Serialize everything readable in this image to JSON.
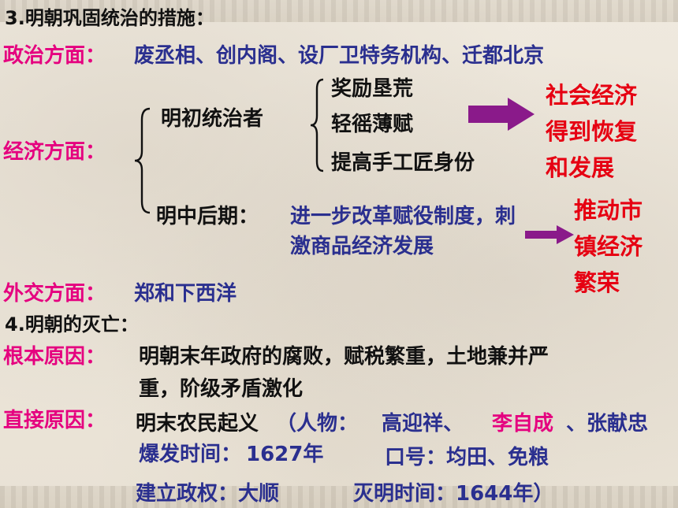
{
  "section3": {
    "heading": "3.明朝巩固统治的措施：",
    "political": {
      "label": "政治方面：",
      "content": "废丞相、创内阁、设厂卫特务机构、迁都北京"
    },
    "economic": {
      "label": "经济方面：",
      "early": {
        "label": "明初统治者",
        "items": [
          "奖励垦荒",
          "轻徭薄赋",
          "提高手工匠身份"
        ],
        "result": [
          "社会经济",
          "得到恢复",
          "和发展"
        ]
      },
      "mid_late": {
        "label": "明中后期：",
        "content_line1": "进一步改革赋役制度，刺",
        "content_line2": "激商品经济发展",
        "result": [
          "推动市",
          "镇经济",
          "繁荣"
        ]
      }
    },
    "diplomatic": {
      "label": "外交方面：",
      "content": "郑和下西洋"
    }
  },
  "section4": {
    "heading": "4.明朝的灭亡：",
    "root_cause": {
      "label": "根本原因：",
      "line1": "明朝末年政府的腐败，赋税繁重，土地兼并严",
      "line2": "重，阶级矛盾激化"
    },
    "direct_cause": {
      "label": "直接原因：",
      "event": "明末农民起义",
      "people_open": "（人物：",
      "person1": "高迎祥、",
      "person2": "李自成",
      "person3": "、张献忠",
      "time_label": "爆发时间：",
      "time_value": "1627年",
      "slogan": "口号：均田、免粮",
      "regime": "建立政权：大顺",
      "fall_time": "灭明时间：1644年）"
    }
  },
  "colors": {
    "heading": "#111111",
    "label": "#e5007f",
    "content": "#2a2f8f",
    "result": "#e60012",
    "arrow": "#8a1a8a"
  }
}
